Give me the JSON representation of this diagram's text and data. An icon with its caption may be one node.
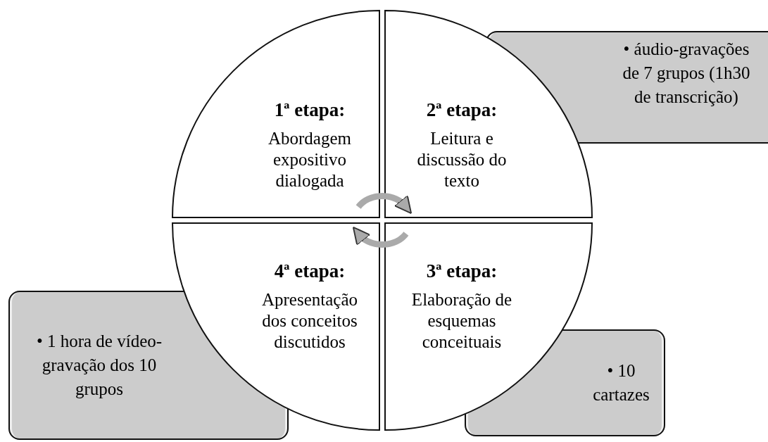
{
  "diagram": {
    "nodes": [
      {
        "text": [
          "1ª etapa:",
          "Abordagem expositivo dialogada"
        ]
      },
      {
        "text": [
          "2ª etapa:",
          "Leitura e discussão do texto"
        ]
      },
      {
        "text": [
          "• áudio-gravações de 7 grupos (1h30 de transcrição)"
        ]
      },
      {
        "text": [
          "4ª etapa:",
          "Apresentação dos conceitos discutidos"
        ]
      },
      {
        "text": [
          "3ª etapa:",
          "Elaboração de esquemas conceituais"
        ]
      },
      {
        "text": [
          "• 1 hora de vídeo-gravação dos 10 grupos"
        ]
      },
      {
        "text": [
          "• 10 cartazes"
        ]
      }
    ],
    "edges": [
      {
        "from": 0,
        "to": 1,
        "arrow": "to"
      },
      {
        "from": 4,
        "to": 3,
        "arrow": "to"
      }
    ]
  }
}
